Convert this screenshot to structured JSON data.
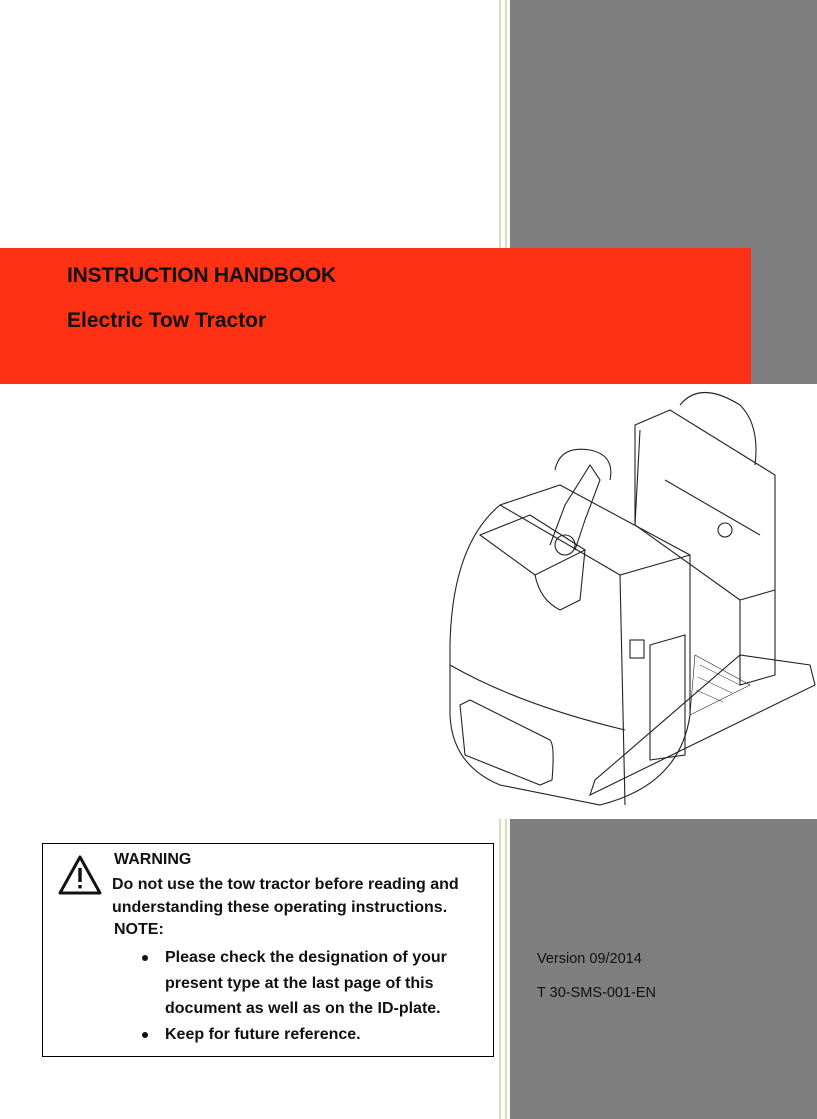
{
  "cover": {
    "title": "INSTRUCTION HANDBOOK",
    "subtitle": "Electric Tow Tractor",
    "colors": {
      "banner": "#ff3114",
      "panel": "#7f7f7f",
      "rule": "#d9e1b4"
    }
  },
  "illustration": {
    "icon": "tow-tractor-line-drawing",
    "alt": "Electric tow tractor"
  },
  "warning": {
    "icon": "warning-triangle-icon",
    "title": "WARNING",
    "text": "Do not use the tow tractor before reading and understanding these operating instructions.",
    "note_title": "NOTE:",
    "notes": [
      "Please check the designation of your present type at the last page of this document as well as on the ID-plate.",
      "Keep for future reference."
    ]
  },
  "meta": {
    "version": "Version 09/2014",
    "doc_number": "T 30-SMS-001-EN"
  }
}
